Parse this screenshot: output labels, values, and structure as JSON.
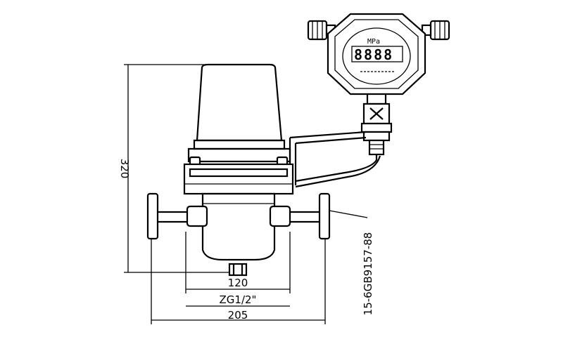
{
  "dimensions": {
    "height": "320",
    "inner_width": "120",
    "thread": "ZG1/2\"",
    "overall_width": "205",
    "flange_standard": "15-6GB9157-88"
  },
  "display": {
    "unit_label": "MPa",
    "digits": "8888"
  }
}
